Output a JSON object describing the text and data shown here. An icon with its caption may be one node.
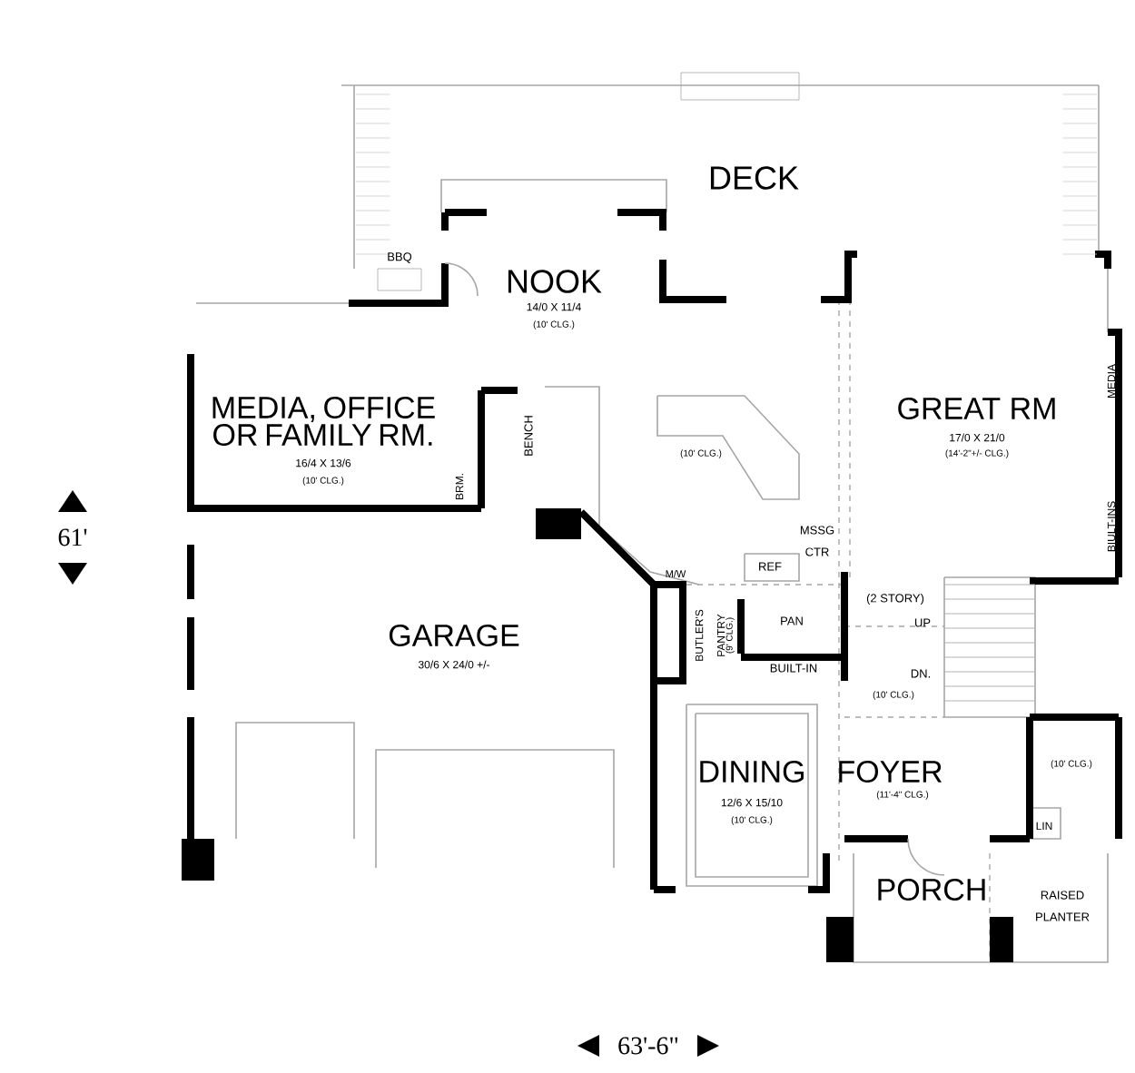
{
  "diagram": {
    "labels": [
      "DECK",
      "BBQ",
      "NOOK",
      "14/0 X 11/4",
      "(10' CLG.)",
      "MEDIA, OFFICE OR FAMILY RM.",
      "16/4 X 13/6",
      "(10' CLG.)",
      "BRM.",
      "BENCH",
      "GREAT RM",
      "17/0 X 21/0",
      "(14'-2\"+/- CLG.)",
      "MEDIA",
      "(10' CLG.)",
      "61'",
      "BIULT-INS",
      "MSSG CTR",
      "REF",
      "M/W",
      "GARAGE",
      "30/6 X 24/0 +/-",
      "BUTLER'S PANTRY",
      "(9' CLG.)",
      "PAN",
      "(2 STORY)",
      "UP",
      "DN.",
      "BUILT-IN",
      "(10' CLG.)",
      "DINING",
      "12/6 X 15/10",
      "(10' CLG.)",
      "FOYER",
      "(11'-4\" CLG.)",
      "(10' CLG.)",
      "LIN",
      "PORCH",
      "RAISED PLANTER",
      "63'-6\""
    ]
  }
}
